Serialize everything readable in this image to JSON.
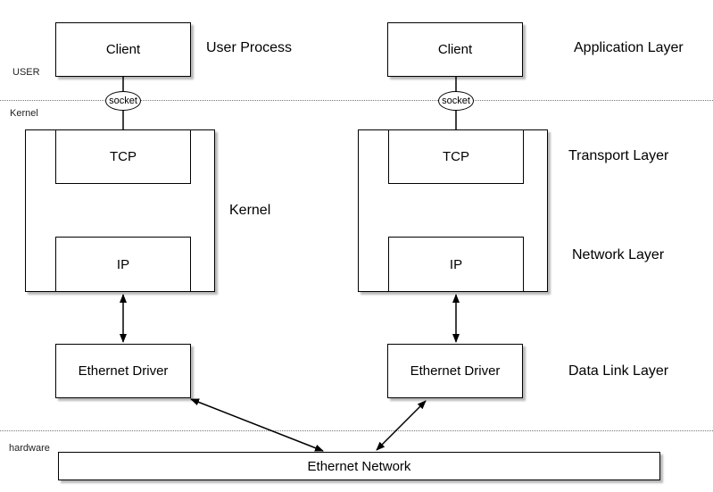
{
  "regions": {
    "user": "USER",
    "kernel": "Kernel",
    "hardware": "hardware"
  },
  "left": {
    "client": "Client",
    "socket": "socket",
    "tcp": "TCP",
    "ip": "IP",
    "driver": "Ethernet Driver",
    "user_process_label": "User Process",
    "kernel_label": "Kernel"
  },
  "right": {
    "client": "Client",
    "socket": "socket",
    "tcp": "TCP",
    "ip": "IP",
    "driver": "Ethernet Driver"
  },
  "layers": {
    "application": "Application Layer",
    "transport": "Transport Layer",
    "network": "Network Layer",
    "data_link": "Data Link Layer"
  },
  "network": "Ethernet Network"
}
